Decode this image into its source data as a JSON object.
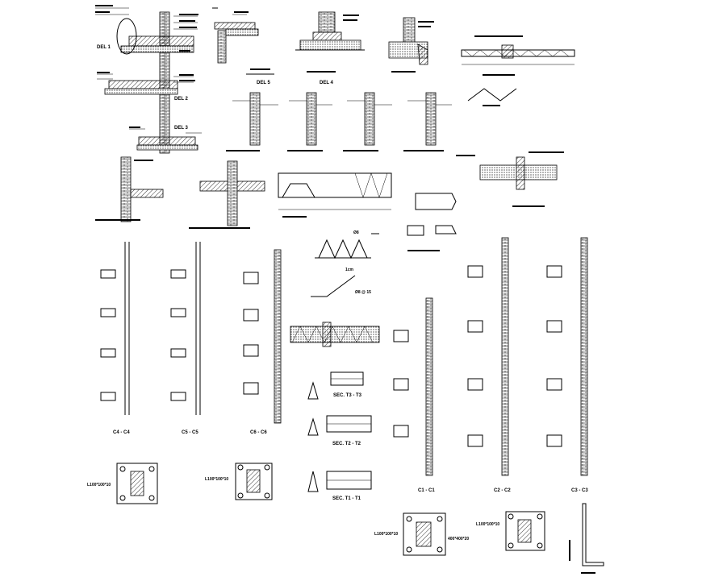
{
  "sheet": {
    "details": {
      "del1": "DEL 1",
      "del2": "DEL 2",
      "del3": "DEL 3",
      "del4": "DEL 4",
      "del5": "DEL 5"
    },
    "sections": {
      "c4": "C4 - C4",
      "c5": "C5 - C5",
      "c6": "C6 - C6",
      "c1": "C1 - C1",
      "c2": "C2 - C2",
      "c3": "C3 - C3",
      "t3": "SEC. T3 - T3",
      "t2": "SEC. T2 - T2",
      "t1": "SEC. T1 - T1"
    },
    "plates": {
      "angle_left": "L100*100*10",
      "angle_mid": "L100*100*10",
      "angle_bottom": "L100*100*10",
      "angle_right": "L100*100*10",
      "plate_size": "400*400*20"
    },
    "bars": {
      "phi8": "Ø8",
      "phi8_15": "Ø8 @ 15",
      "dim_1cm": "1cm"
    }
  }
}
